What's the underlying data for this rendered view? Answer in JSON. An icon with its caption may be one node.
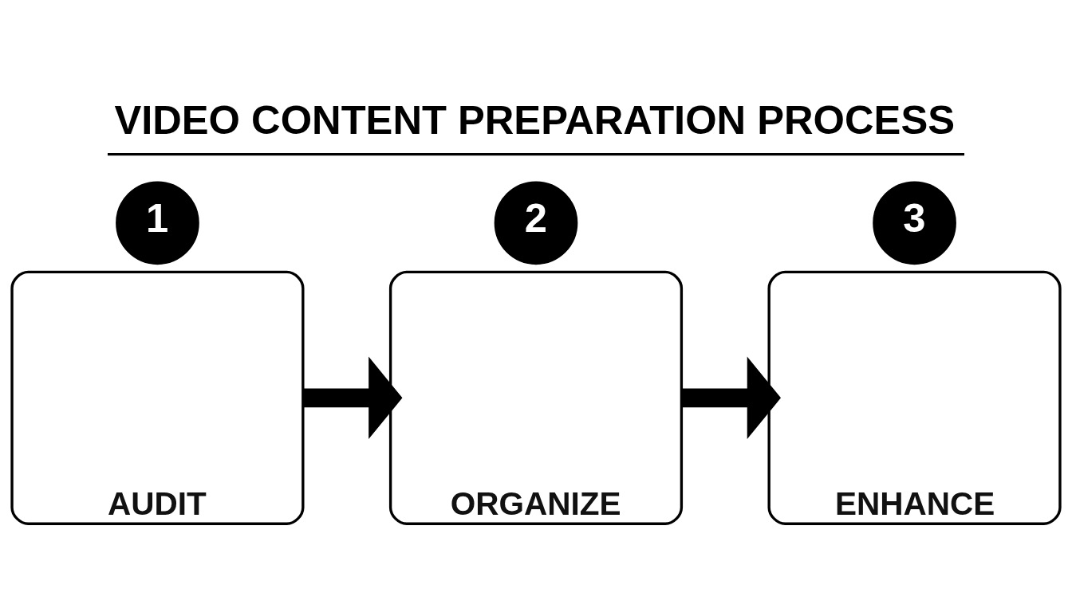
{
  "diagram": {
    "title": "VIDEO CONTENT PREPARATION PROCESS",
    "nodes": [
      {
        "text": [
          "1"
        ]
      },
      {
        "text": [
          "AUDIT"
        ]
      },
      {
        "text": [
          "2"
        ]
      },
      {
        "text": [
          "ORGANIZE"
        ]
      },
      {
        "text": [
          "3"
        ]
      },
      {
        "text": [
          "ENHANCE"
        ]
      }
    ],
    "edges": [
      {
        "from": 1,
        "to": 3,
        "arrow": "to"
      },
      {
        "from": 3,
        "to": 5,
        "arrow": "to"
      }
    ]
  }
}
